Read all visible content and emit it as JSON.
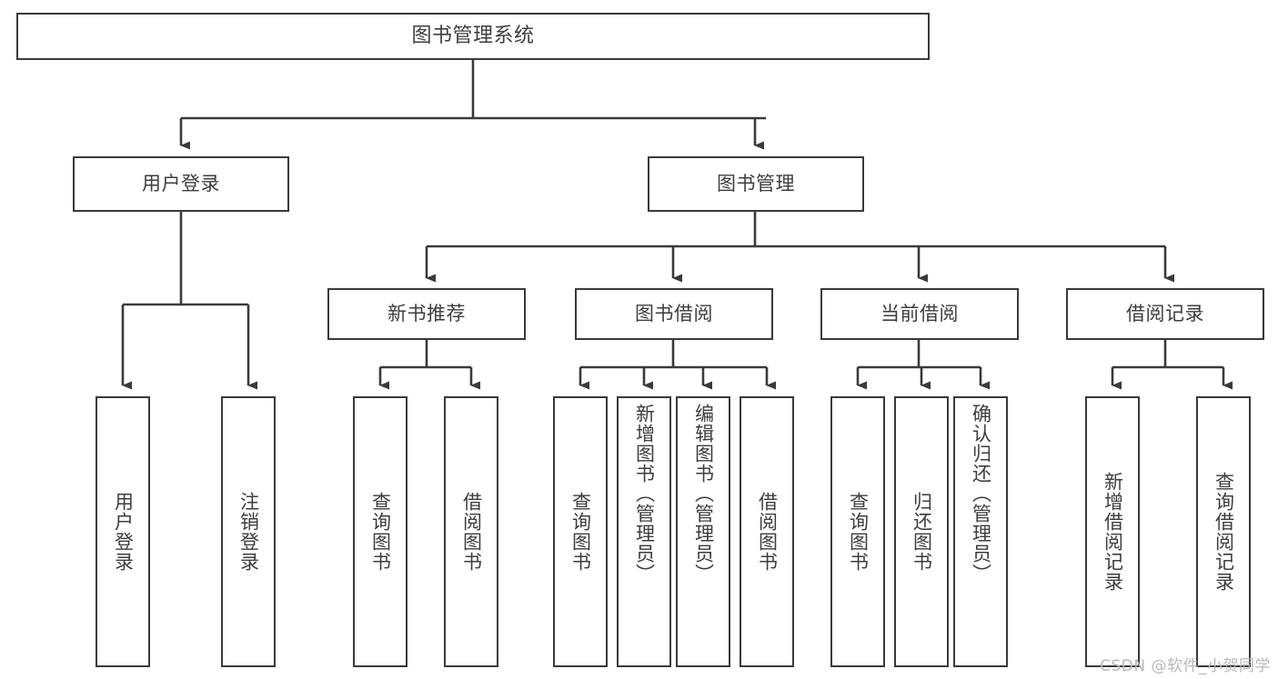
{
  "diagram": {
    "type": "tree",
    "title": "图书管理系统",
    "orientation": "top-down",
    "line_color": "#3a3a3a",
    "box_fill": "#ffffff",
    "text_color": "#3d3d3d",
    "root": {
      "label": "图书管理系统"
    },
    "level2": [
      {
        "label": "用户登录"
      },
      {
        "label": "图书管理"
      }
    ],
    "level3": [
      {
        "label": "新书推荐"
      },
      {
        "label": "图书借阅"
      },
      {
        "label": "当前借阅"
      },
      {
        "label": "借阅记录"
      }
    ],
    "leaves": {
      "user_login": [
        {
          "label": "用户登录"
        },
        {
          "label": "注销登录"
        }
      ],
      "new_book_recommend": [
        {
          "label": "查询图书"
        },
        {
          "label": "借阅图书"
        }
      ],
      "book_borrow": [
        {
          "label": "查询图书"
        },
        {
          "label": "新增图书（管理员）"
        },
        {
          "label": "编辑图书（管理员）"
        },
        {
          "label": "借阅图书"
        }
      ],
      "current_borrow": [
        {
          "label": "查询图书"
        },
        {
          "label": "归还图书"
        },
        {
          "label": "确认归还（管理员）"
        }
      ],
      "borrow_record": [
        {
          "label": "新增借阅记录"
        },
        {
          "label": "查询借阅记录"
        }
      ]
    }
  },
  "watermark": {
    "text": "CSDN @软件_小贺同学"
  }
}
